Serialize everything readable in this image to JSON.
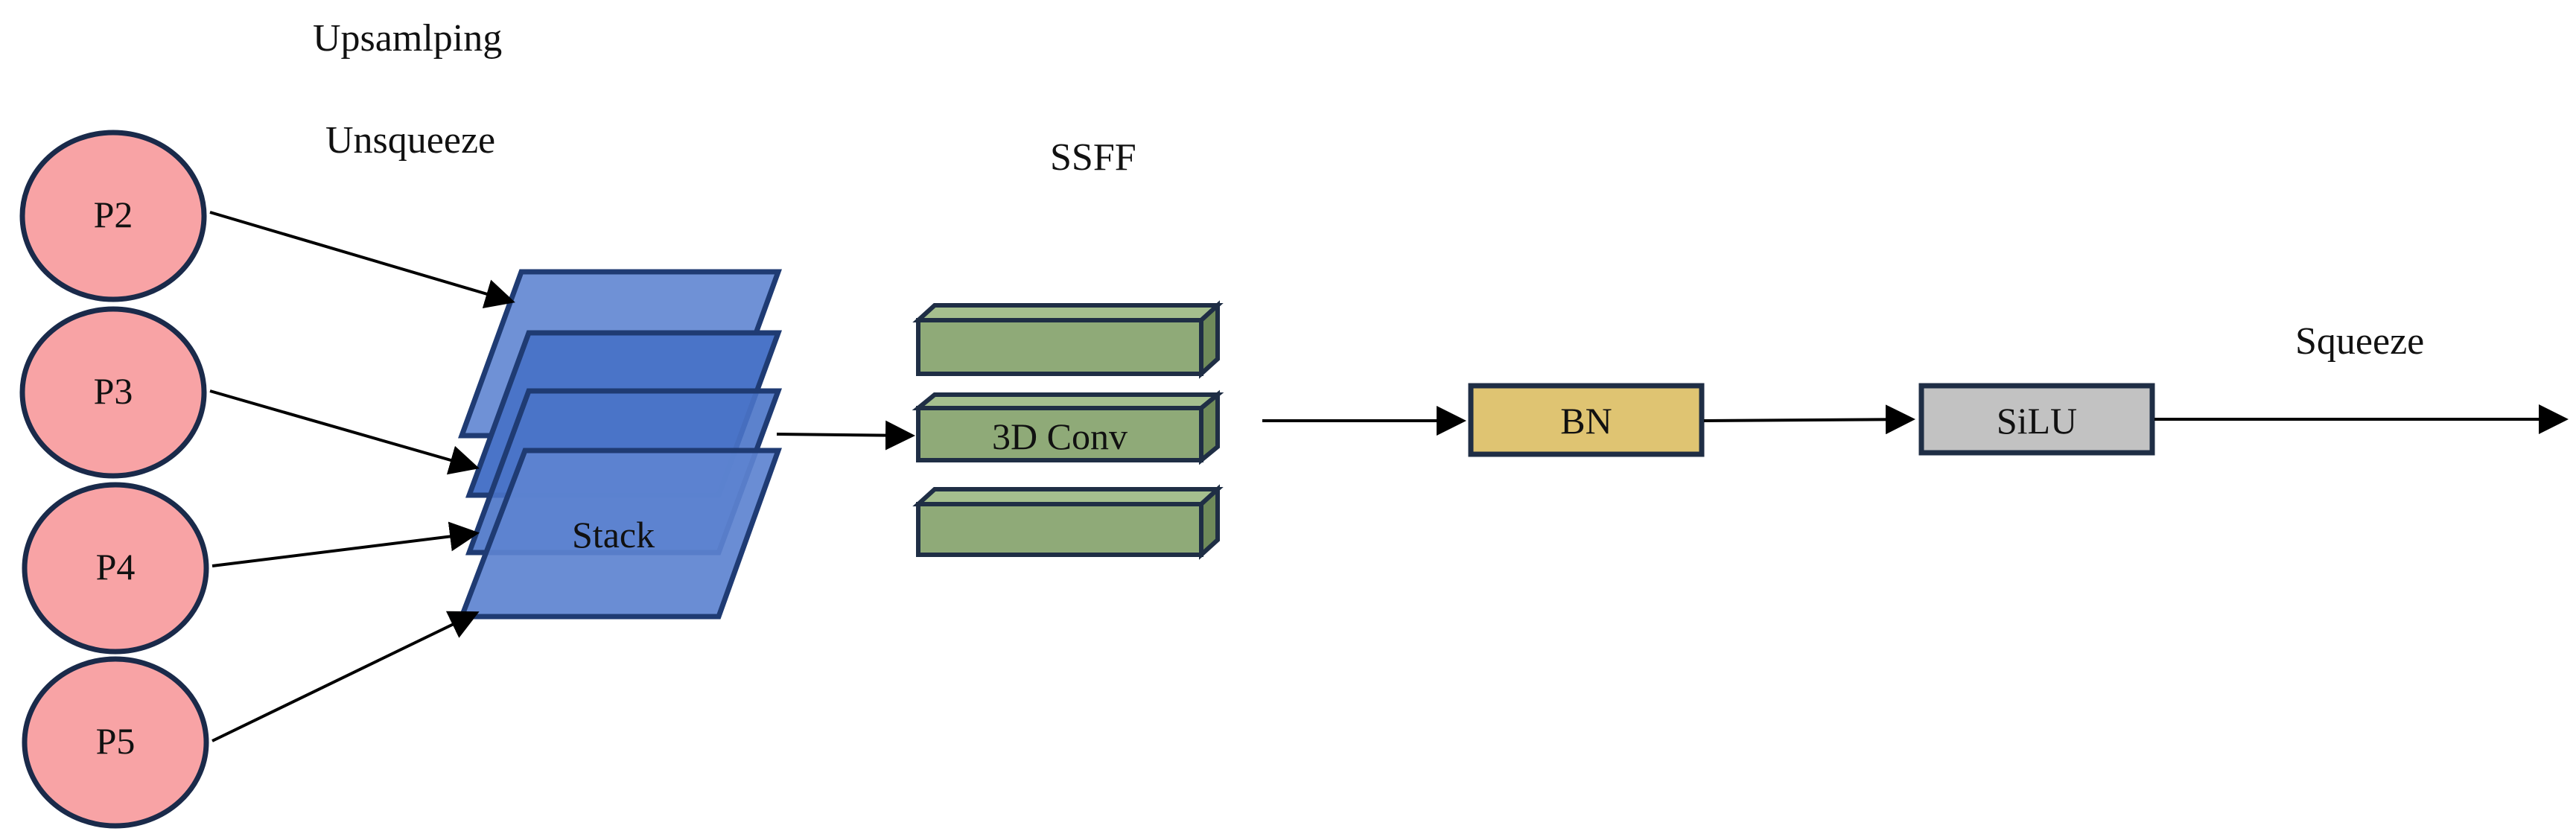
{
  "diagram": {
    "labels": {
      "upsampling": "Upsamlping",
      "unsqueeze": "Unsqueeze",
      "ssff": "SSFF",
      "squeeze": "Squeeze"
    },
    "inputs": [
      {
        "id": "p2",
        "label": "P2"
      },
      {
        "id": "p3",
        "label": "P3"
      },
      {
        "id": "p4",
        "label": "P4"
      },
      {
        "id": "p5",
        "label": "P5"
      }
    ],
    "stack": {
      "label": "Stack"
    },
    "conv": {
      "label": "3D Conv"
    },
    "bn": {
      "label": "BN"
    },
    "silu": {
      "label": "SiLU"
    },
    "colors": {
      "circle_fill": "#f8a3a5",
      "circle_stroke": "#1a2a4a",
      "stack_fill": "#4a74c8",
      "stack_stroke": "#1f3b73",
      "conv_fill": "#8faa78",
      "conv_top": "#a5bf8e",
      "conv_side": "#6f8a5a",
      "box_stroke": "#1f2e45",
      "bn_fill": "#dfc472",
      "silu_fill": "#c2c2c2",
      "arrow": "#000000"
    }
  }
}
